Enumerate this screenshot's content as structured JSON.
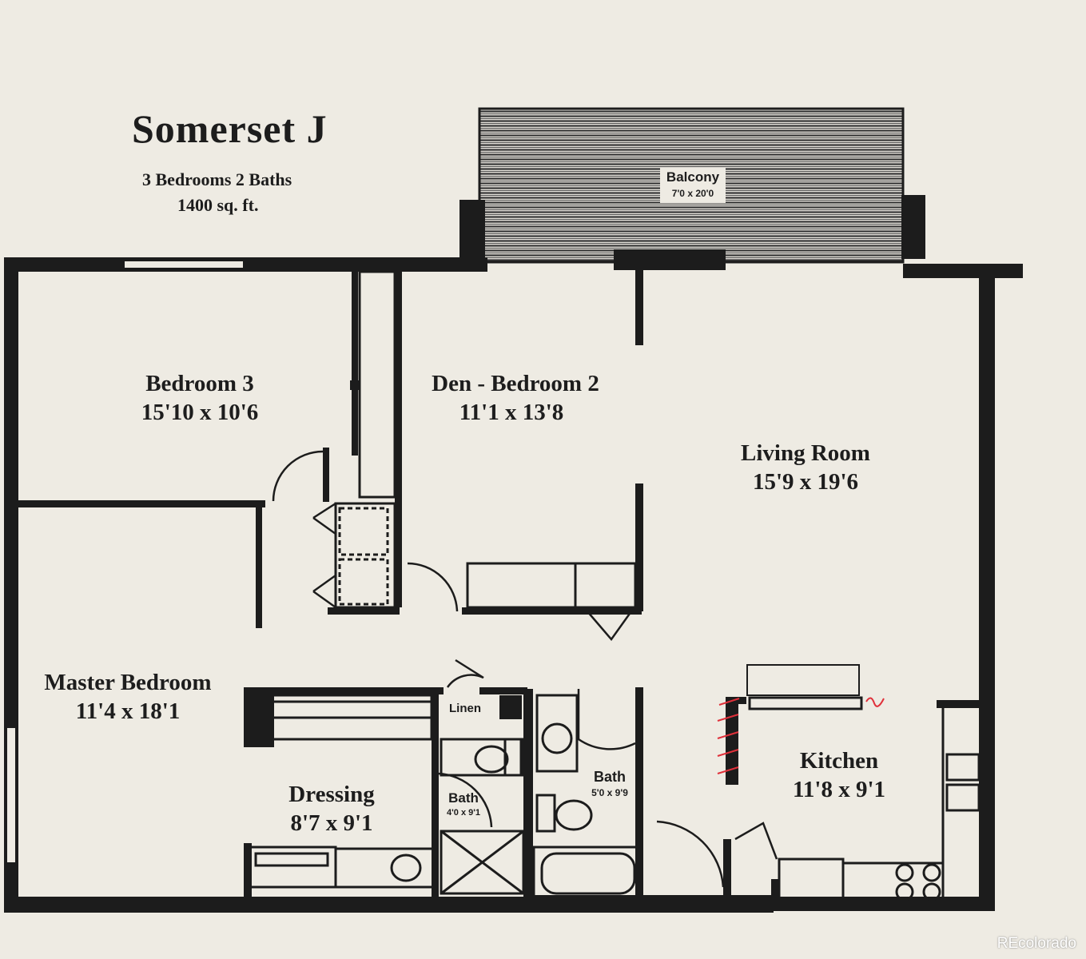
{
  "plan": {
    "name": "Somerset J",
    "bed_bath": "3 Bedrooms 2 Baths",
    "area": "1400 sq. ft."
  },
  "rooms": [
    {
      "key": "balcony",
      "name": "Balcony",
      "dims": "7'0 x 20'0"
    },
    {
      "key": "bedroom3",
      "name": "Bedroom 3",
      "dims": "15'10 x 10'6"
    },
    {
      "key": "den",
      "name": "Den - Bedroom 2",
      "dims": "11'1 x 13'8"
    },
    {
      "key": "living",
      "name": "Living Room",
      "dims": "15'9 x 19'6"
    },
    {
      "key": "master",
      "name": "Master Bedroom",
      "dims": "11'4 x 18'1"
    },
    {
      "key": "linen",
      "name": "Linen",
      "dims": ""
    },
    {
      "key": "dressing",
      "name": "Dressing",
      "dims": "8'7 x 9'1"
    },
    {
      "key": "bath_small",
      "name": "Bath",
      "dims": "4'0 x 9'1"
    },
    {
      "key": "bath_main",
      "name": "Bath",
      "dims": "5'0 x 9'9"
    },
    {
      "key": "kitchen",
      "name": "Kitchen",
      "dims": "11'8 x 9'1"
    }
  ],
  "credit": "REcolorado",
  "colors": {
    "paper": "#eeebe3",
    "wall": "#1c1c1c",
    "markup": "#e0303a"
  }
}
